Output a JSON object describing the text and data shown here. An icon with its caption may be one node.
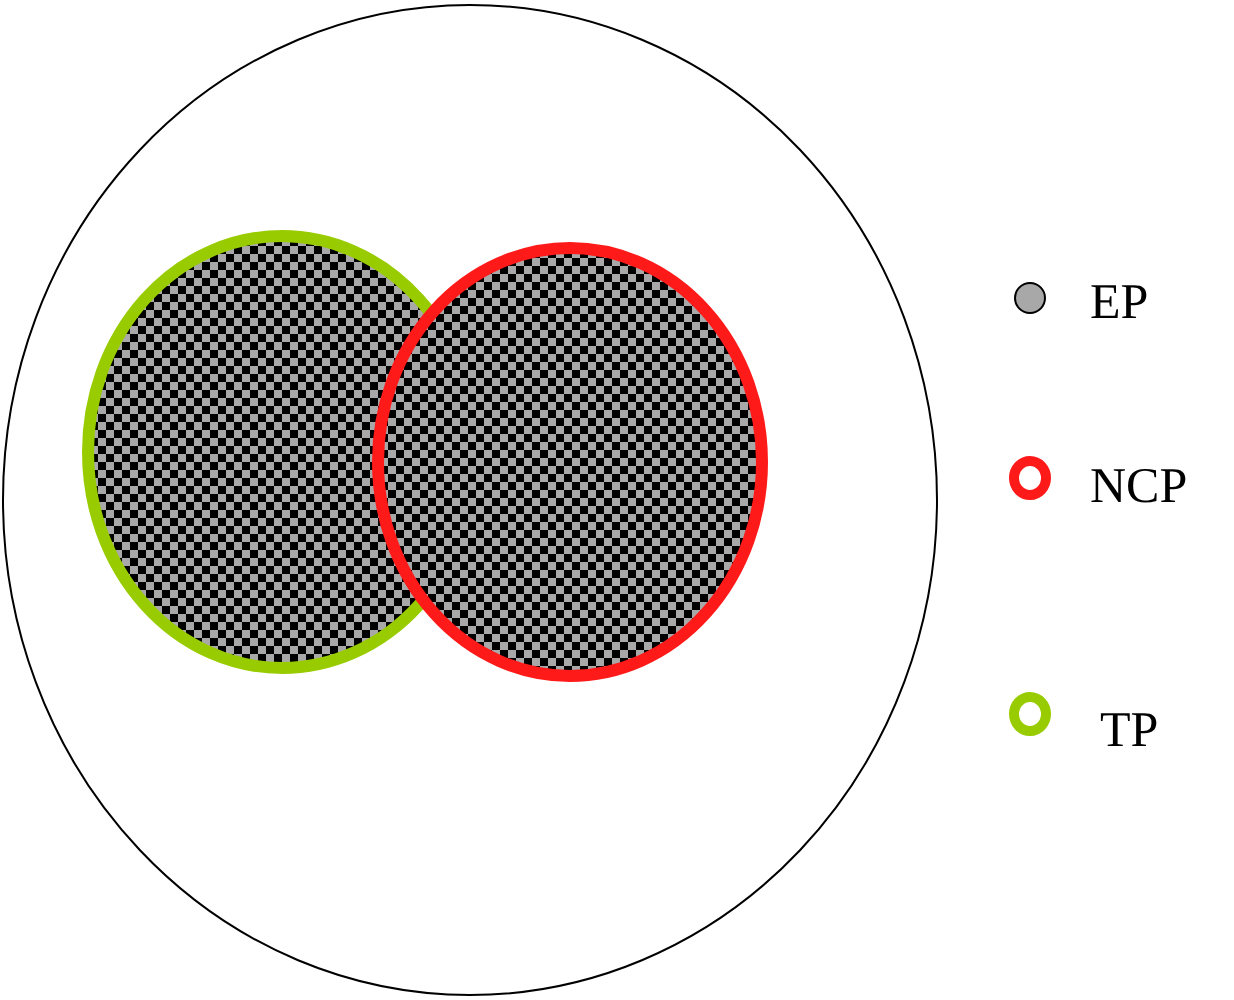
{
  "diagram": {
    "nodes": [
      {
        "text": [],
        "shape": "ellipse"
      },
      {
        "text": [],
        "shape": "ellipse",
        "in": 0
      },
      {
        "text": [],
        "shape": "ellipse",
        "in": 0
      }
    ],
    "legend": [
      {
        "text": "EP",
        "color": "#a8a8a8"
      },
      {
        "text": "NCP",
        "color": "#ff1a1a"
      },
      {
        "text": "TP",
        "color": "#99cc00"
      }
    ]
  }
}
